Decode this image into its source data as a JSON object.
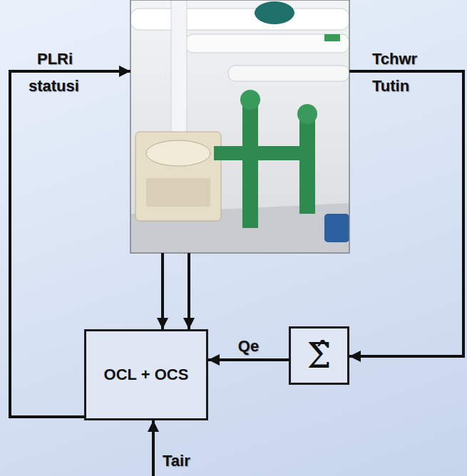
{
  "diagram": {
    "nodes": [
      {
        "text": [
          "OCL + OCS"
        ]
      },
      {
        "text": [
          "Σ̂"
        ]
      }
    ],
    "edges": [
      {
        "from": 1,
        "to": 0,
        "label": "Qe",
        "arrow": "to"
      }
    ],
    "labels": [
      "PLRi",
      "statusi",
      "Tchwr",
      "Tutin",
      "Tair"
    ]
  }
}
